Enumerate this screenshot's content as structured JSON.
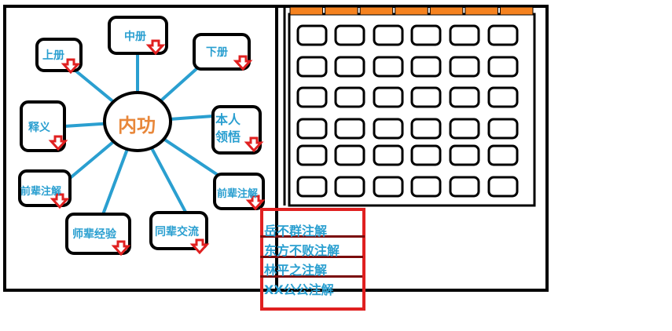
{
  "center": {
    "label": "内功"
  },
  "nodes": [
    {
      "id": "upper-volume",
      "label": "上册"
    },
    {
      "id": "middle-volume",
      "label": "中册"
    },
    {
      "id": "lower-volume",
      "label": "下册"
    },
    {
      "id": "interpretation",
      "label": "释义"
    },
    {
      "id": "personal-insight",
      "label": "本人领悟"
    },
    {
      "id": "senior-notes-left",
      "label": "前辈注解"
    },
    {
      "id": "senior-notes-right",
      "label": "前辈注解"
    },
    {
      "id": "master-experience",
      "label": "师辈经验"
    },
    {
      "id": "peer-exchange",
      "label": "同辈交流"
    }
  ],
  "dropdown": {
    "items": [
      "岳不群注解",
      "东方不败注解",
      "林平之注解",
      "XX公公注解"
    ]
  },
  "grid": {
    "rows": 6,
    "cols": 6,
    "tabs": 7
  },
  "colors": {
    "line": "#2a9fd0",
    "arrow": "#e02020",
    "tab": "#f5821f",
    "dropdown": "#e02020",
    "separator": "#7a0a0a"
  }
}
